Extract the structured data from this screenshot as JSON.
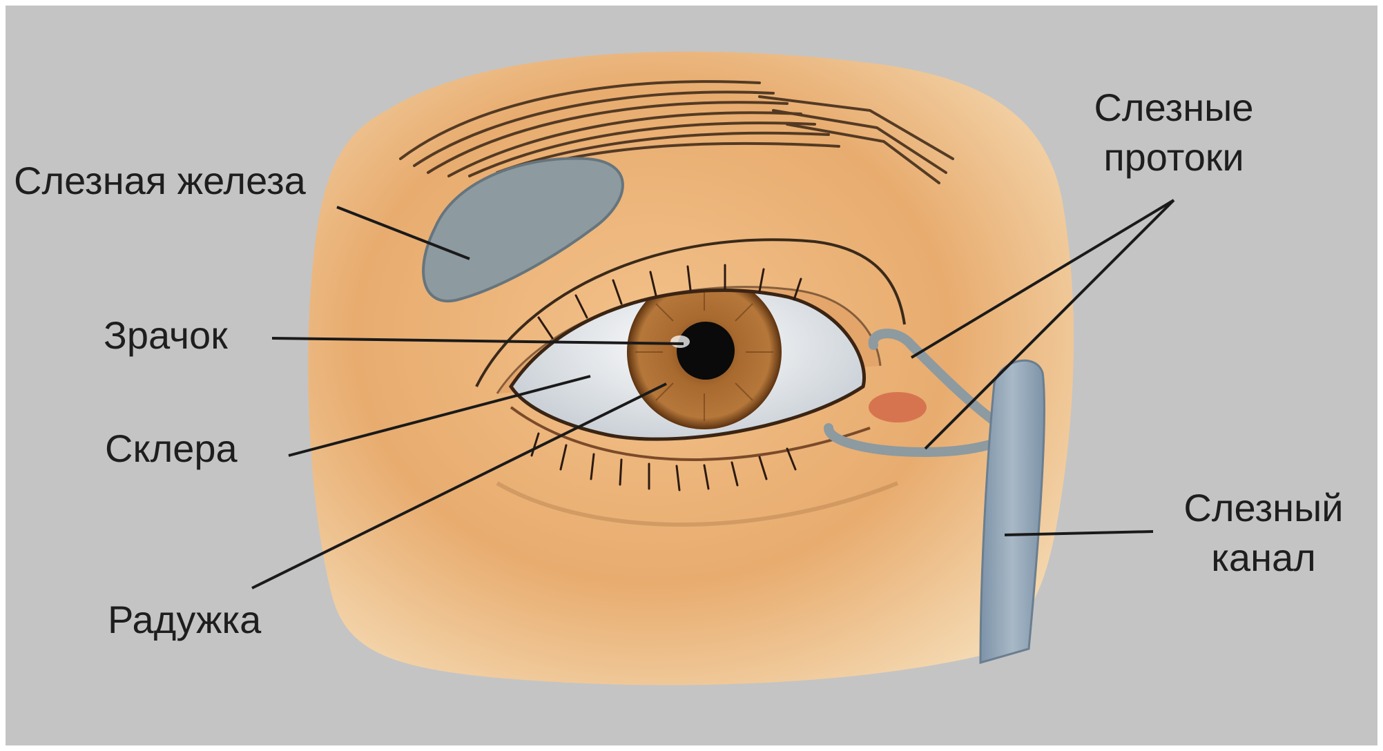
{
  "labels": {
    "lacrimal_gland": "Слезная железа",
    "pupil": "Зрачок",
    "sclera": "Склера",
    "iris": "Радужка",
    "tear_ducts_line1": "Слезные",
    "tear_ducts_line2": "протоки",
    "tear_canal_line1": "Слезный",
    "tear_canal_line2": "канал"
  },
  "colors": {
    "background": "#c4c4c4",
    "skin": "#e9b57c",
    "iris": "#a0622a",
    "pupil": "#0a0a0a",
    "sclera": "#e8ecef",
    "gland": "#8d9aa0",
    "canal": "#8a9eb0",
    "leader_line": "#1a1a1a"
  }
}
